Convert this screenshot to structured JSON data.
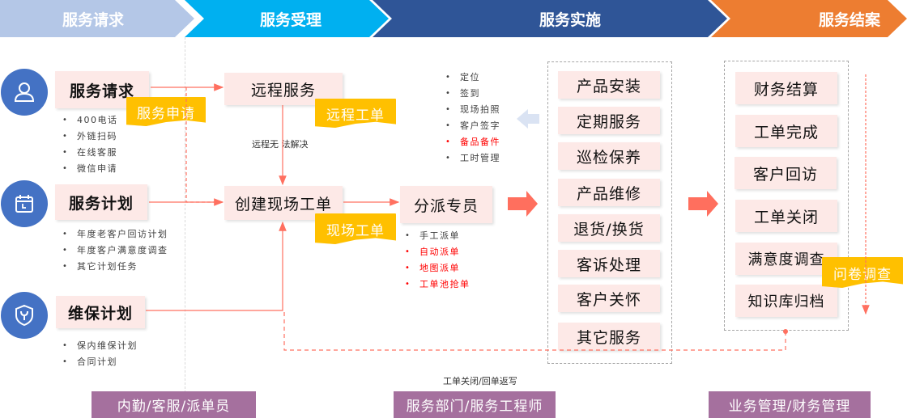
{
  "phases": [
    {
      "label": "服务请求",
      "color": "#b4c7e7"
    },
    {
      "label": "服务受理",
      "color": "#00b0f0"
    },
    {
      "label": "服务实施",
      "color": "#2f5597"
    },
    {
      "label": "服务结案",
      "color": "#ed7d31"
    }
  ],
  "request": {
    "sources": [
      {
        "icon": "user-icon",
        "title": "服务请求",
        "items": [
          "400电话",
          "外链扫码",
          "在线客服",
          "微信申请"
        ]
      },
      {
        "icon": "calendar-icon",
        "title": "服务计划",
        "items": [
          "年度老客户回访计划",
          "年度客户满意度调查",
          "其它计划任务"
        ]
      },
      {
        "icon": "shield-wrench-icon",
        "title": "维保计划",
        "items": [
          "保内维保计划",
          "合同计划"
        ]
      }
    ],
    "tag": "服务申请"
  },
  "accept": {
    "remote": {
      "title": "远程服务",
      "tag": "远程工单"
    },
    "remote_fail_label": "远程无 法解决",
    "onsite": {
      "title": "创建现场工单",
      "tag": "现场工单"
    }
  },
  "dispatch": {
    "title": "分派专员",
    "items": [
      {
        "text": "手工派单",
        "highlight": false
      },
      {
        "text": "自动派单",
        "highlight": true
      },
      {
        "text": "地图派单",
        "highlight": true
      },
      {
        "text": "工单池抢单",
        "highlight": true
      }
    ]
  },
  "field_features": [
    {
      "text": "定位",
      "highlight": false
    },
    {
      "text": "签到",
      "highlight": false
    },
    {
      "text": "现场拍照",
      "highlight": false
    },
    {
      "text": "客户签字",
      "highlight": false
    },
    {
      "text": "备品备件",
      "highlight": true
    },
    {
      "text": "工时管理",
      "highlight": false
    }
  ],
  "implementation": {
    "services": [
      "产品安装",
      "定期服务",
      "巡检保养",
      "产品维修",
      "退货/换货",
      "客诉处理",
      "客户关怀",
      "其它服务"
    ]
  },
  "closing": {
    "steps": [
      "财务结算",
      "工单完成",
      "客户回访",
      "工单关闭",
      "满意度调查",
      "知识库归档"
    ],
    "tag": "问卷调查"
  },
  "feedback_label": "工单关闭/回单返写",
  "roles": [
    "内勤/客服/派单员",
    "服务部门/服务工程师",
    "业务管理/财务管理"
  ],
  "colors": {
    "node_bg": "#fde9e7",
    "tag_bg": "#ffc000",
    "icon_circle": "#4472c4",
    "arrow": "#ff7060",
    "role_bg": "#a5709e",
    "highlight_text": "#ff0000"
  }
}
